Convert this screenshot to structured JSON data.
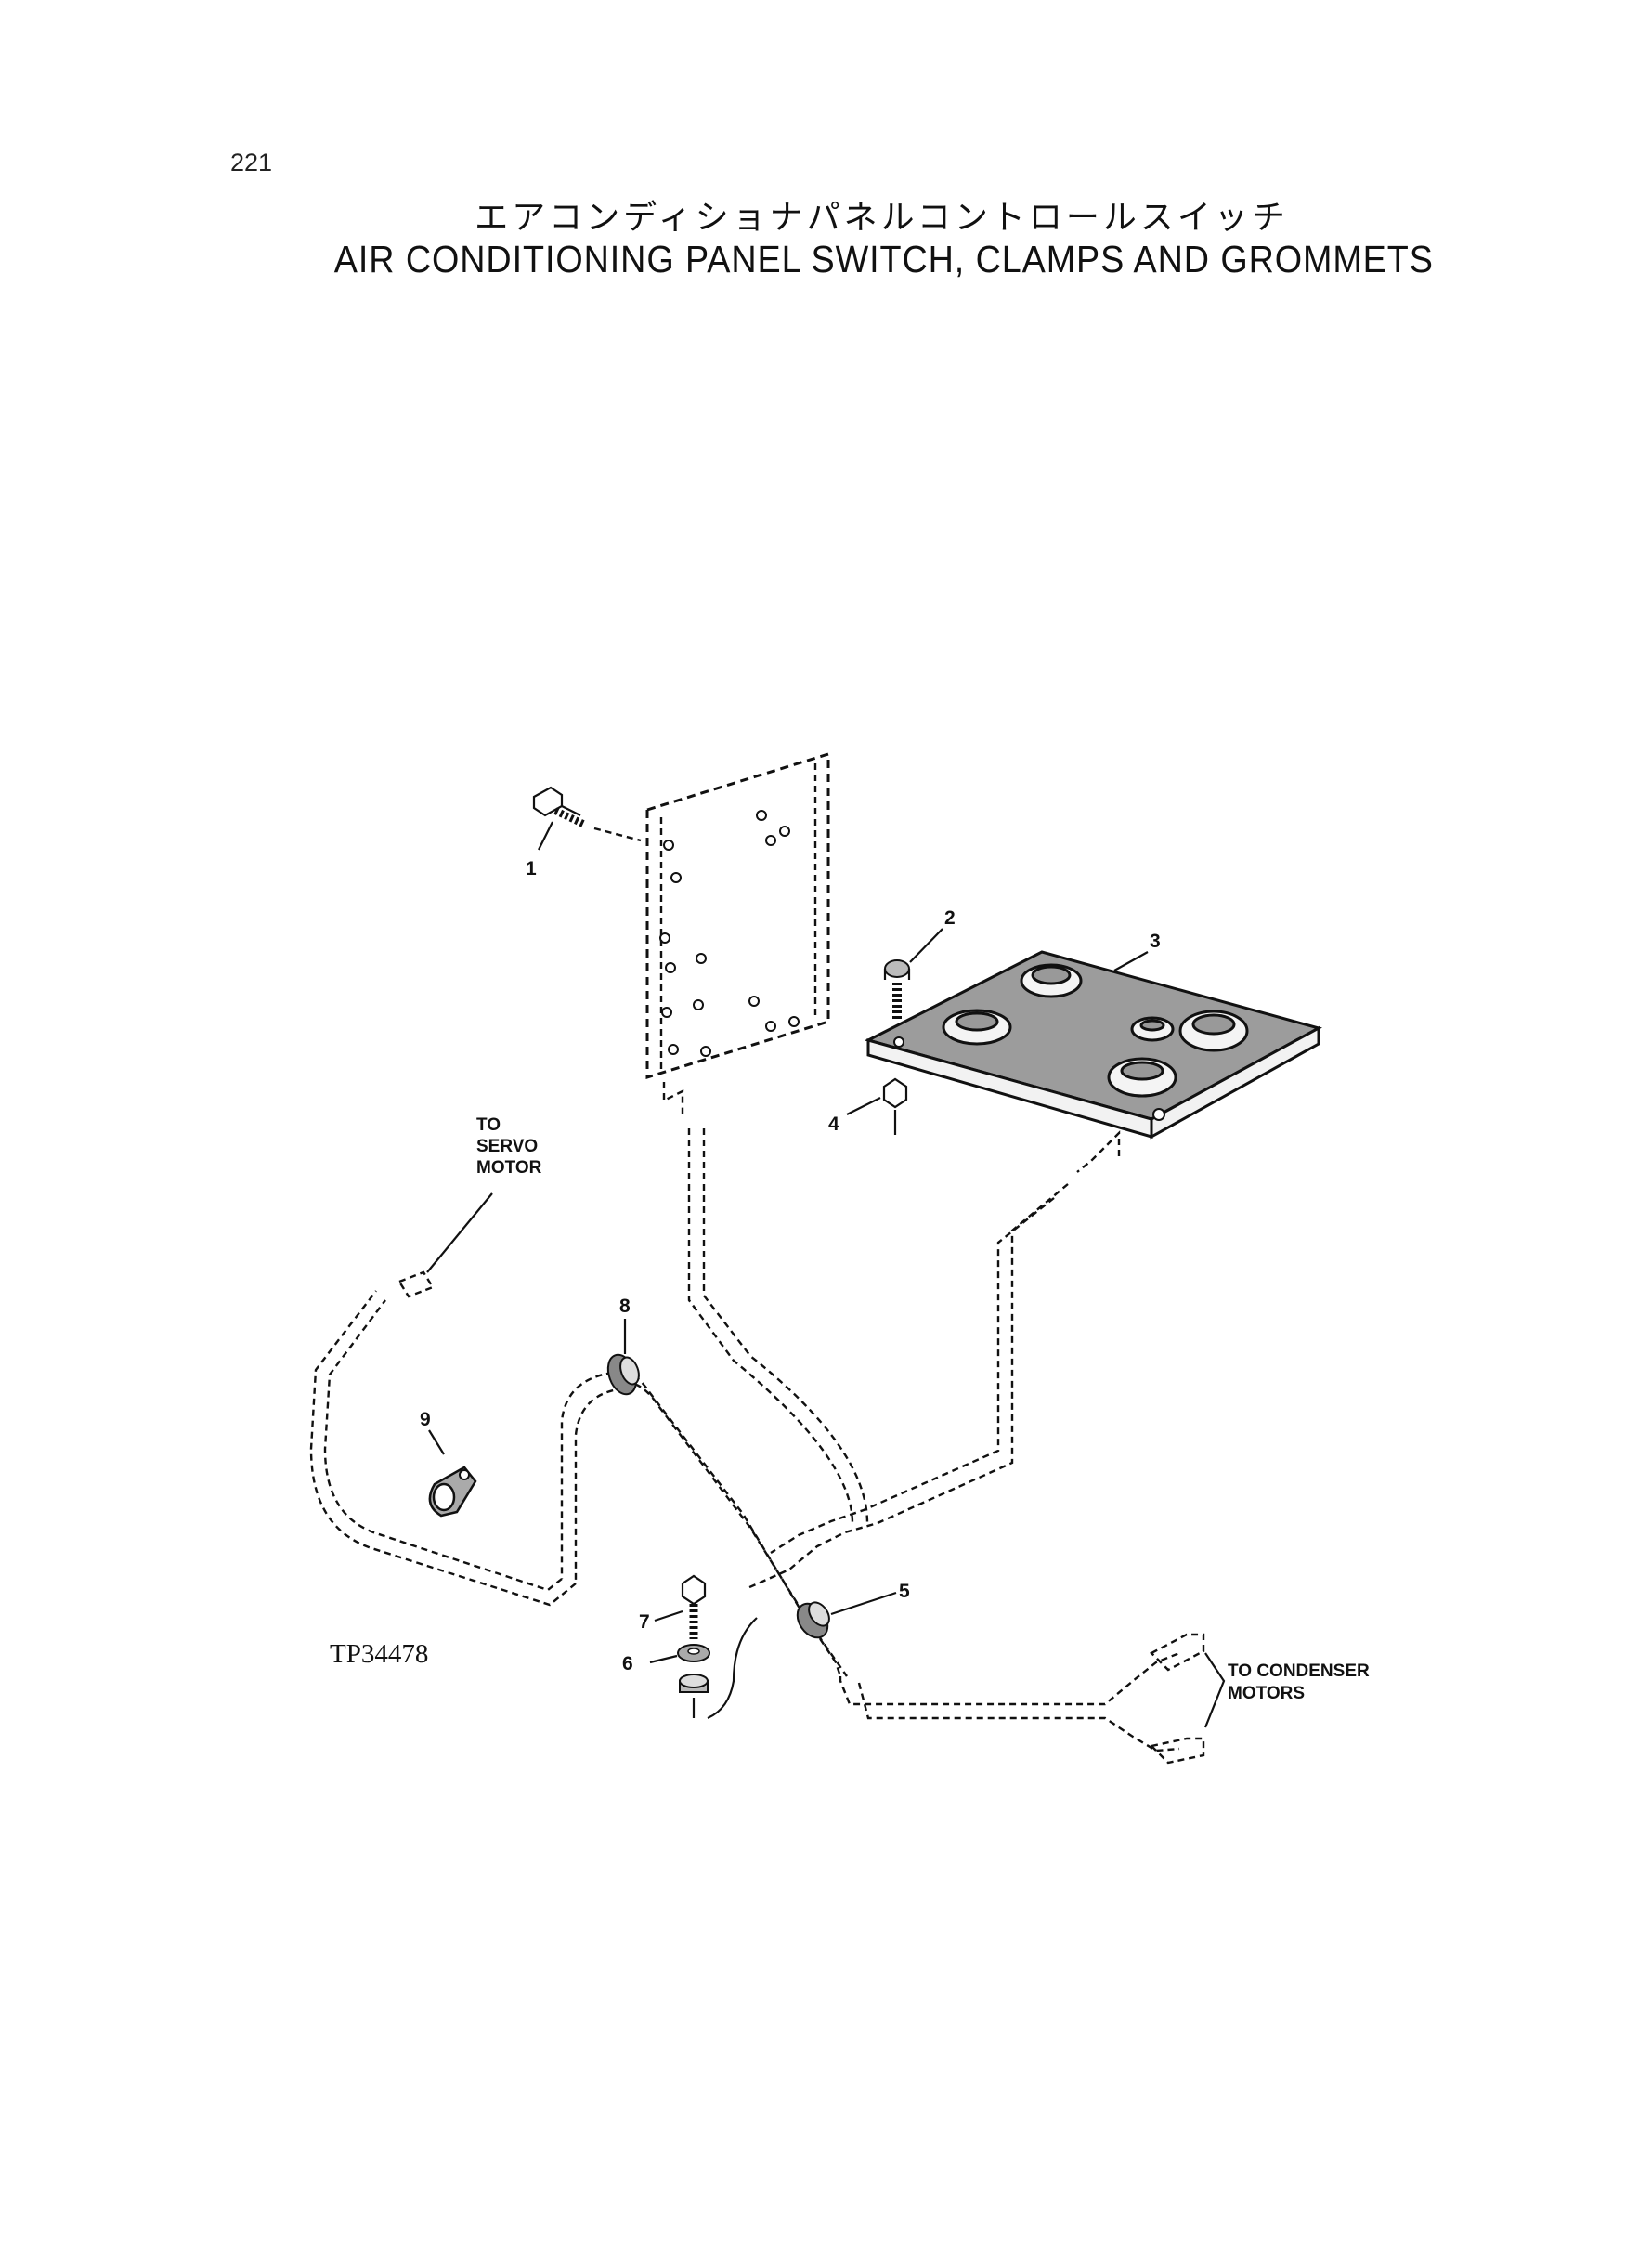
{
  "page_number": "221",
  "title_jp": "エアコンディショナパネルコントロールスイッチ",
  "title_en": "AIR CONDITIONING PANEL SWITCH, CLAMPS AND GROMMETS",
  "figure_id": "TP34478",
  "callouts": [
    "1",
    "2",
    "3",
    "4",
    "5",
    "6",
    "7",
    "8",
    "9"
  ],
  "notes": {
    "servo": [
      "TO",
      "SERVO",
      "MOTOR"
    ],
    "condenser": [
      "TO CONDENSER",
      "MOTORS"
    ]
  }
}
